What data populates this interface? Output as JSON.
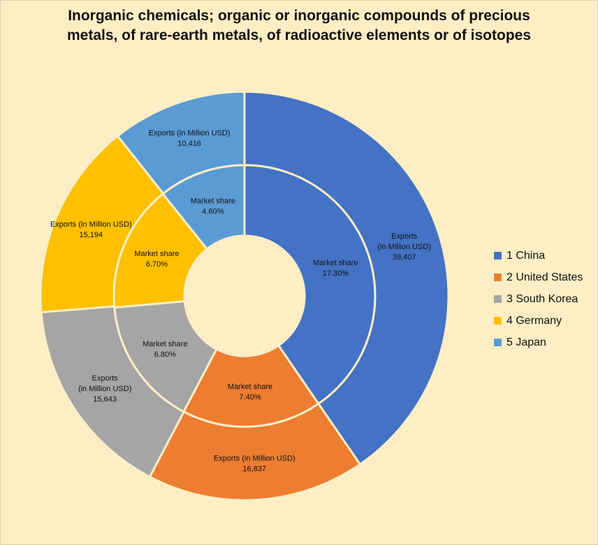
{
  "title_lines": [
    "Inorganic chemicals; organic or inorganic compounds of precious",
    "metals, of rare-earth metals, of radioactive elements or of isotopes"
  ],
  "legend": [
    {
      "label": "1  China",
      "color": "#4472c4"
    },
    {
      "label": "2  United States",
      "color": "#ed7d31"
    },
    {
      "label": "3  South Korea",
      "color": "#a5a5a5"
    },
    {
      "label": "4  Germany",
      "color": "#ffc000"
    },
    {
      "label": "5  Japan",
      "color": "#5b9bd5"
    }
  ],
  "chart_data": {
    "type": "doughnut",
    "categories": [
      "1  China",
      "2  United States",
      "3  South Korea",
      "4  Germany",
      "5  Japan"
    ],
    "colors": [
      "#4472c4",
      "#ed7d31",
      "#a5a5a5",
      "#ffc000",
      "#5b9bd5"
    ],
    "series": [
      {
        "name": "Market share",
        "ring": "inner",
        "values": [
          17.3,
          7.4,
          6.8,
          6.7,
          4.6
        ],
        "data_labels": [
          "17.30%",
          "7.40%",
          "6.80%",
          "6.70%",
          "4.60%"
        ]
      },
      {
        "name": "Exports (in Million USD)",
        "ring": "outer",
        "values": [
          39407,
          16837,
          15643,
          15194,
          10416
        ],
        "data_labels": [
          "39,407",
          "16,837",
          "15,643",
          "15,194",
          "10,416"
        ]
      }
    ],
    "legend_position": "right"
  }
}
